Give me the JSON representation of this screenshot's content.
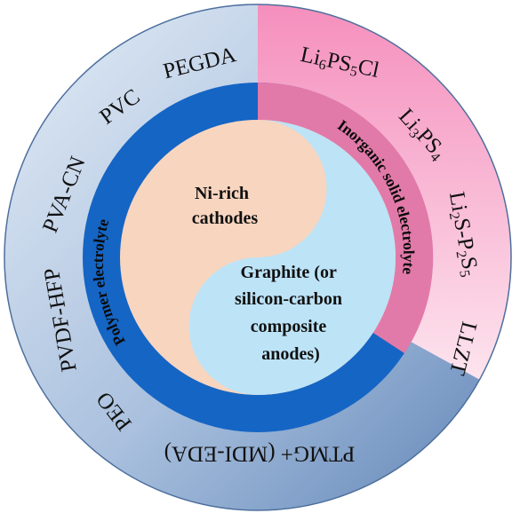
{
  "center": {
    "cathode_lines": [
      "Ni-rich",
      "cathodes"
    ],
    "anode_lines": [
      "Graphite (or",
      "silicon-carbon",
      "composite",
      "anodes)"
    ]
  },
  "bands": {
    "polymer": "Polymer electrolyte",
    "inorganic": "Inorganic solid electrolyte"
  },
  "polymer_materials": [
    "PEGDA",
    "PVC",
    "PVA-CN",
    "PVDF-HFP",
    "PEO",
    "PTMG+ (MDI-EDA)"
  ],
  "inorganic_materials": {
    "li6ps5cl": {
      "p1": "Li",
      "s1": "6",
      "p2": "PS",
      "s2": "5",
      "p3": "Cl"
    },
    "li3ps4": {
      "p1": "Li",
      "s1": "3",
      "p2": "PS",
      "s2": "4"
    },
    "li2s_p2s5": {
      "p1": "Li",
      "s1": "2",
      "p2": "S-P",
      "s2": "2",
      "p3": "S",
      "s3": "5"
    },
    "llzt": "LLZT"
  },
  "colors": {
    "outer_blue_light": "#dbe6f3",
    "outer_blue_dark": "#7c9dc6",
    "outer_pink": "#f7a6c7",
    "outer_pink_light": "#fbd6e4",
    "band_blue": "#1565c4",
    "band_pink": "#e27aa9",
    "cathode_peach": "#f8d5bf",
    "anode_blue": "#bde3f7"
  }
}
